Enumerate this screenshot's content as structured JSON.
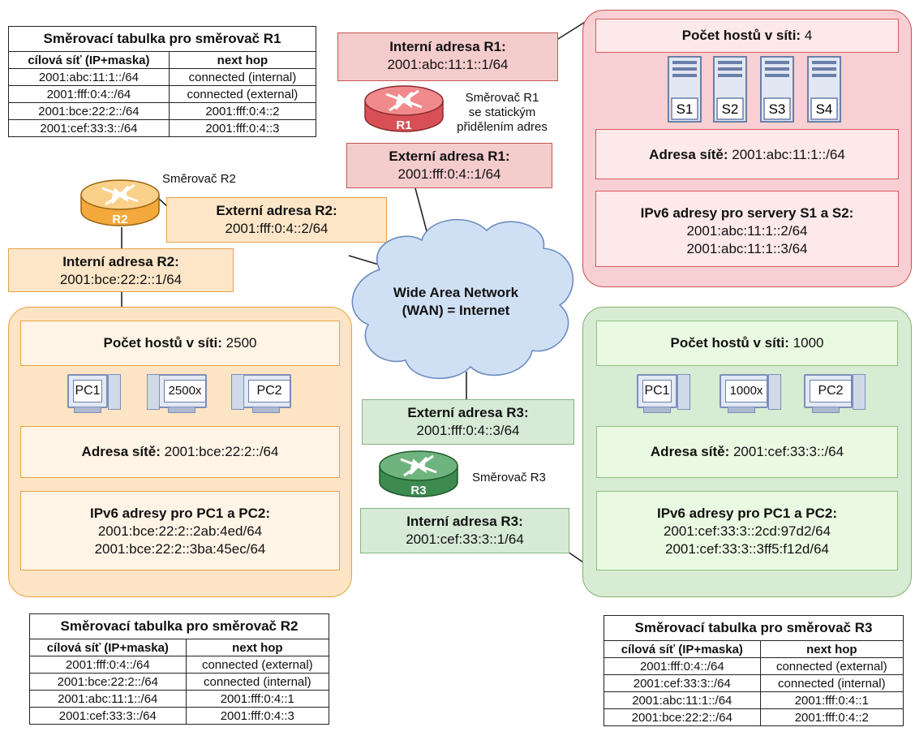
{
  "r1": {
    "internal": {
      "title": "Interní adresa R1:",
      "addr": "2001:abc:11:1::1/64"
    },
    "external": {
      "title": "Externí adresa R1:",
      "addr": "2001:fff:0:4::1/64"
    },
    "router_label": "R1",
    "caption": [
      "Směrovač R1",
      "se statickým",
      "přidělením adres"
    ]
  },
  "r2": {
    "internal": {
      "title": "Interní adresa R2:",
      "addr": "2001:bce:22:2::1/64"
    },
    "external": {
      "title": "Externí adresa R2:",
      "addr": "2001:fff:0:4::2/64"
    },
    "router_label": "R2",
    "caption": "Směrovač R2"
  },
  "r3": {
    "internal": {
      "title": "Interní adresa R3:",
      "addr": "2001:cef:33:3::1/64"
    },
    "external": {
      "title": "Externí adresa R3:",
      "addr": "2001:fff:0:4::3/64"
    },
    "router_label": "R3",
    "caption": "Směrovač R3"
  },
  "wan": {
    "line1": "Wide Area Network",
    "line2": "(WAN) = Internet"
  },
  "net1": {
    "hosts_label": "Počet hostů v síti:",
    "hosts_value": "4",
    "servers": [
      "S1",
      "S2",
      "S3",
      "S4"
    ],
    "net_label": "Adresa sítě:",
    "net_value": "2001:abc:11:1::/64",
    "ipv6_title": "IPv6 adresy pro servery S1 a S2:",
    "ipv6": [
      "2001:abc:11:1::2/64",
      "2001:abc:11:1::3/64"
    ]
  },
  "net2": {
    "hosts_label": "Počet hostů v síti:",
    "hosts_value": "2500",
    "pcs": [
      "PC1",
      "2500x",
      "PC2"
    ],
    "net_label": "Adresa sítě:",
    "net_value": "2001:bce:22:2::/64",
    "ipv6_title": "IPv6 adresy pro PC1 a PC2:",
    "ipv6": [
      "2001:bce:22:2::2ab:4ed/64",
      "2001:bce:22:2::3ba:45ec/64"
    ]
  },
  "net3": {
    "hosts_label": "Počet hostů v síti:",
    "hosts_value": "1000",
    "pcs": [
      "PC1",
      "1000x",
      "PC2"
    ],
    "net_label": "Adresa sítě:",
    "net_value": "2001:cef:33:3::/64",
    "ipv6_title": "IPv6 adresy pro PC1 a PC2:",
    "ipv6": [
      "2001:cef:33:3::2cd:97d2/64",
      "2001:cef:33:3::3ff5:f12d/64"
    ]
  },
  "table_r1": {
    "title": "Směrovací tabulka pro směrovač R1",
    "headers": [
      "cílová síť  (IP+maska)",
      "next hop"
    ],
    "rows": [
      [
        "2001:abc:11:1::/64",
        "connected (internal)"
      ],
      [
        "2001:fff:0:4::/64",
        "connected (external)"
      ],
      [
        "2001:bce:22:2::/64",
        "2001:fff:0:4::2"
      ],
      [
        "2001:cef:33:3::/64",
        "2001:fff:0:4::3"
      ]
    ]
  },
  "table_r2": {
    "title": "Směrovací tabulka pro směrovač R2",
    "headers": [
      "cílová síť  (IP+maska)",
      "next hop"
    ],
    "rows": [
      [
        "2001:fff:0:4::/64",
        "connected (external)"
      ],
      [
        "2001:bce:22:2::/64",
        "connected (internal)"
      ],
      [
        "2001:abc:11:1::/64",
        "2001:fff:0:4::1"
      ],
      [
        "2001:cef:33:3::/64",
        "2001:fff:0:4::3"
      ]
    ]
  },
  "table_r3": {
    "title": "Směrovací tabulka pro směrovač R3",
    "headers": [
      "cílová síť  (IP+maska)",
      "next hop"
    ],
    "rows": [
      [
        "2001:fff:0:4::/64",
        "connected (external)"
      ],
      [
        "2001:cef:33:3::/64",
        "connected (internal)"
      ],
      [
        "2001:abc:11:1::/64",
        "2001:fff:0:4::1"
      ],
      [
        "2001:bce:22:2::/64",
        "2001:fff:0:4::2"
      ]
    ]
  },
  "colors": {
    "pink": "#f5cccc",
    "orange": "#fde6c8",
    "green": "#d6ead6",
    "cloud": "#cfe0f5"
  }
}
